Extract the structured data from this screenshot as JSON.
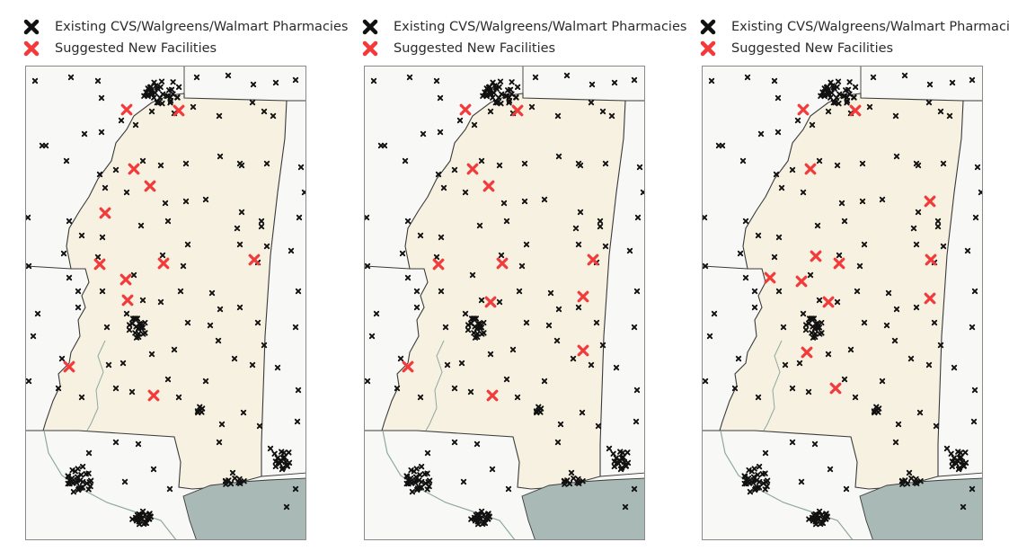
{
  "legend": {
    "existing_label": "Existing CVS/Walgreens/Walmart Pharmacies",
    "suggested_label": "Suggested New Facilities"
  },
  "colors": {
    "existing_marker": "#111111",
    "suggested_marker": "#f23a3a",
    "state_fill": "#f7f1e1",
    "outside_fill": "#f8f8f6",
    "gulf_water": "#a8b9b6",
    "border": "#3a3a3a"
  },
  "icons": {
    "existing_marker": "x-mark-icon",
    "suggested_marker": "x-mark-icon"
  },
  "panels": [
    {
      "id": "panel-1",
      "suggested_count": 12,
      "existing_density": "high"
    },
    {
      "id": "panel-2",
      "suggested_count": 12,
      "existing_density": "high"
    },
    {
      "id": "panel-3",
      "suggested_count": 13,
      "existing_density": "high"
    }
  ]
}
